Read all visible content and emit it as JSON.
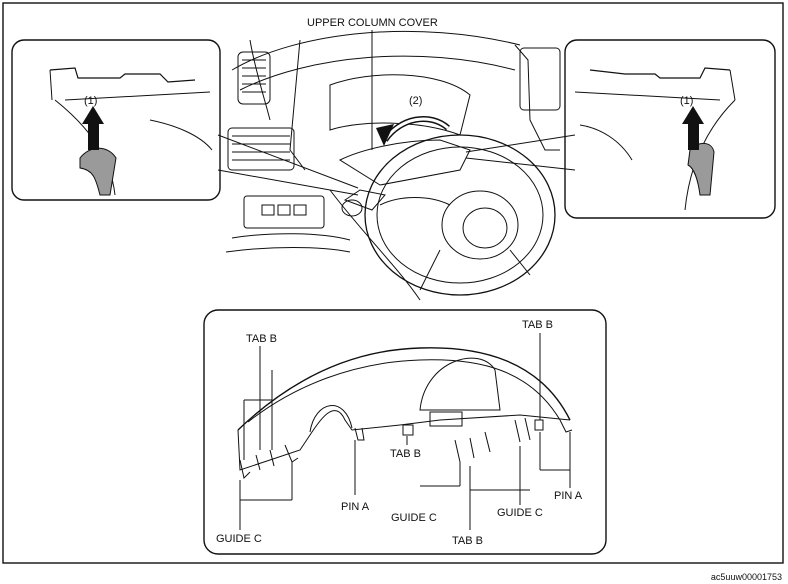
{
  "labels": {
    "upper_column_cover": "UPPER COLUMN COVER",
    "step_1_left": "(1)",
    "step_1_right": "(1)",
    "step_2": "(2)",
    "tab_b_left": "TAB B",
    "tab_b_right": "TAB B",
    "tab_b_center": "TAB B",
    "tab_b_bottom": "TAB B",
    "pin_a_center": "PIN A",
    "pin_a_right": "PIN A",
    "guide_c_left": "GUIDE C",
    "guide_c_center": "GUIDE C",
    "guide_c_right": "GUIDE C"
  },
  "figure_code": "ac5uuw00001753",
  "colors": {
    "line": "#111111",
    "background": "#ffffff",
    "shade": "#9a9a9a"
  }
}
